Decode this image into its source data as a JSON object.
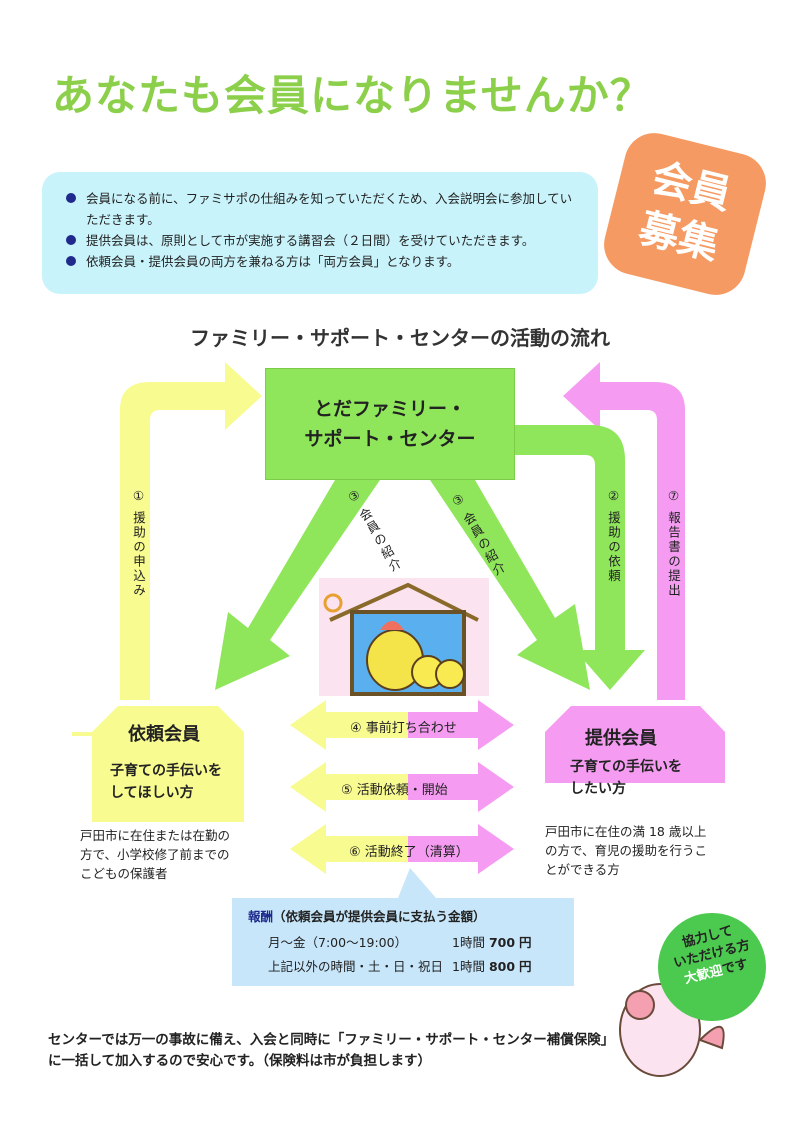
{
  "title": "あなたも会員になりませんか？",
  "notes": [
    "会員になる前に、ファミサポの仕組みを知っていただくため、入会説明会に参加していただきます。",
    "提供会員は、原則として市が実施する講習会（２日間）を受けていただきます。",
    "依頼会員・提供会員の両方を兼ねる方は「両方会員」となります。"
  ],
  "badge": {
    "line1": "会員",
    "line2": "募集"
  },
  "flow_title": "ファミリー・サポート・センターの活動の流れ",
  "center": {
    "line1": "とだファミリー・",
    "line2": "サポート・センター"
  },
  "flow_steps": {
    "s1": "① 援助の申込み",
    "s2": "② 援助の依頼",
    "s3a": "③ 会員の紹介",
    "s3b": "③ 会員の紹介",
    "s7": "⑦ 報告書の提出",
    "s4": "④ 事前打ち合わせ",
    "s5": "⑤ 活動依頼・開始",
    "s6": "⑥ 活動終了（清算）"
  },
  "requester": {
    "title": "依頼会員",
    "sub1": "子育ての手伝いを",
    "sub2": "してほしい方",
    "desc": [
      "戸田市に在住または在勤の",
      "方で、小学校修了前までの",
      "こどもの保護者"
    ]
  },
  "provider": {
    "title": "提供会員",
    "sub1": "子育ての手伝いを",
    "sub2": "したい方",
    "desc": [
      "戸田市に在住の満 18 歳以上",
      "の方で、育児の援助を行うこ",
      "とができる方"
    ]
  },
  "reward": {
    "head_a": "報酬",
    "head_b": "（依頼会員が提供会員に支払う金額）",
    "row1_label": "月～金（7:00～19:00）",
    "row1_unit": "1時間",
    "row1_value": "700",
    "row1_yen": "円",
    "row2_label": "上記以外の時間・土・日・祝日",
    "row2_unit": "1時間",
    "row2_value": "800",
    "row2_yen": "円"
  },
  "cooperation": {
    "line1": "協力して",
    "line2": "いただける方",
    "line3a": "大歓迎",
    "line3b": "です"
  },
  "footer": "センターでは万一の事故に備え、入会と同時に「ファミリー・サポート・センター補償保険」に一括して加入するので安心です。（保険料は市が負担します）",
  "colors": {
    "green": "#8fe65a",
    "yellow": "#f8fb90",
    "pink": "#f59cf2",
    "lightblue": "#c9f3fa",
    "orange": "#f59a62"
  }
}
